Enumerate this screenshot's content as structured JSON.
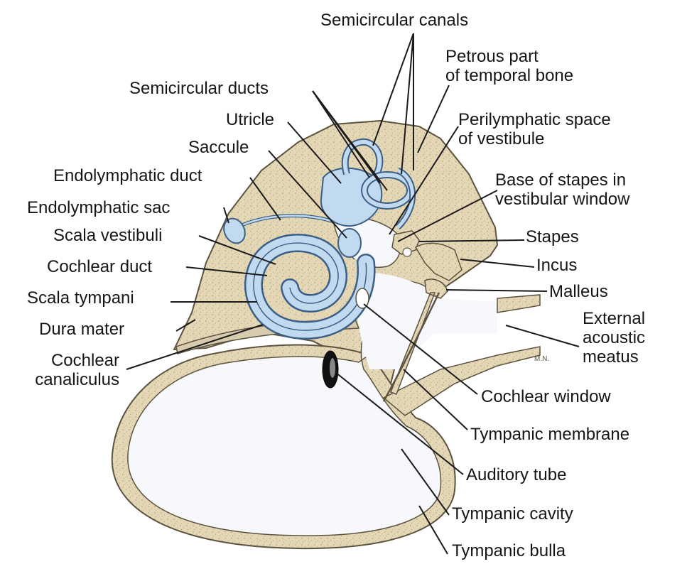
{
  "colors": {
    "bone": "#e4d7b6",
    "bone_outline": "#5c5240",
    "membranous": "#c2daf0",
    "membranous_outline": "#3b5f86",
    "cavity": "#f6f8fb",
    "leader": "#1a1a1a"
  },
  "labels": {
    "semicircular_canals": "Semicircular canals",
    "petrous_part": [
      "Petrous part",
      "of temporal bone"
    ],
    "semicircular_ducts": "Semicircular ducts",
    "perilymphatic_space": [
      "Perilymphatic space",
      "of vestibule"
    ],
    "utricle": "Utricle",
    "saccule": "Saccule",
    "endolymphatic_duct": "Endolymphatic duct",
    "base_of_stapes": [
      "Base of stapes in",
      "vestibular window"
    ],
    "endolymphatic_sac": "Endolymphatic sac",
    "scala_vestibuli": "Scala vestibuli",
    "stapes": "Stapes",
    "cochlear_duct": "Cochlear duct",
    "incus": "Incus",
    "scala_tympani": "Scala tympani",
    "malleus": "Malleus",
    "dura_mater": "Dura mater",
    "external_acoustic_meatus": [
      "External",
      "acoustic",
      "meatus"
    ],
    "cochlear_canaliculus": [
      "Cochlear",
      "canaliculus"
    ],
    "cochlear_window": "Cochlear window",
    "tympanic_membrane": "Tympanic membrane",
    "auditory_tube": "Auditory tube",
    "tympanic_cavity": "Tympanic cavity",
    "tympanic_bulla": "Tympanic bulla"
  }
}
